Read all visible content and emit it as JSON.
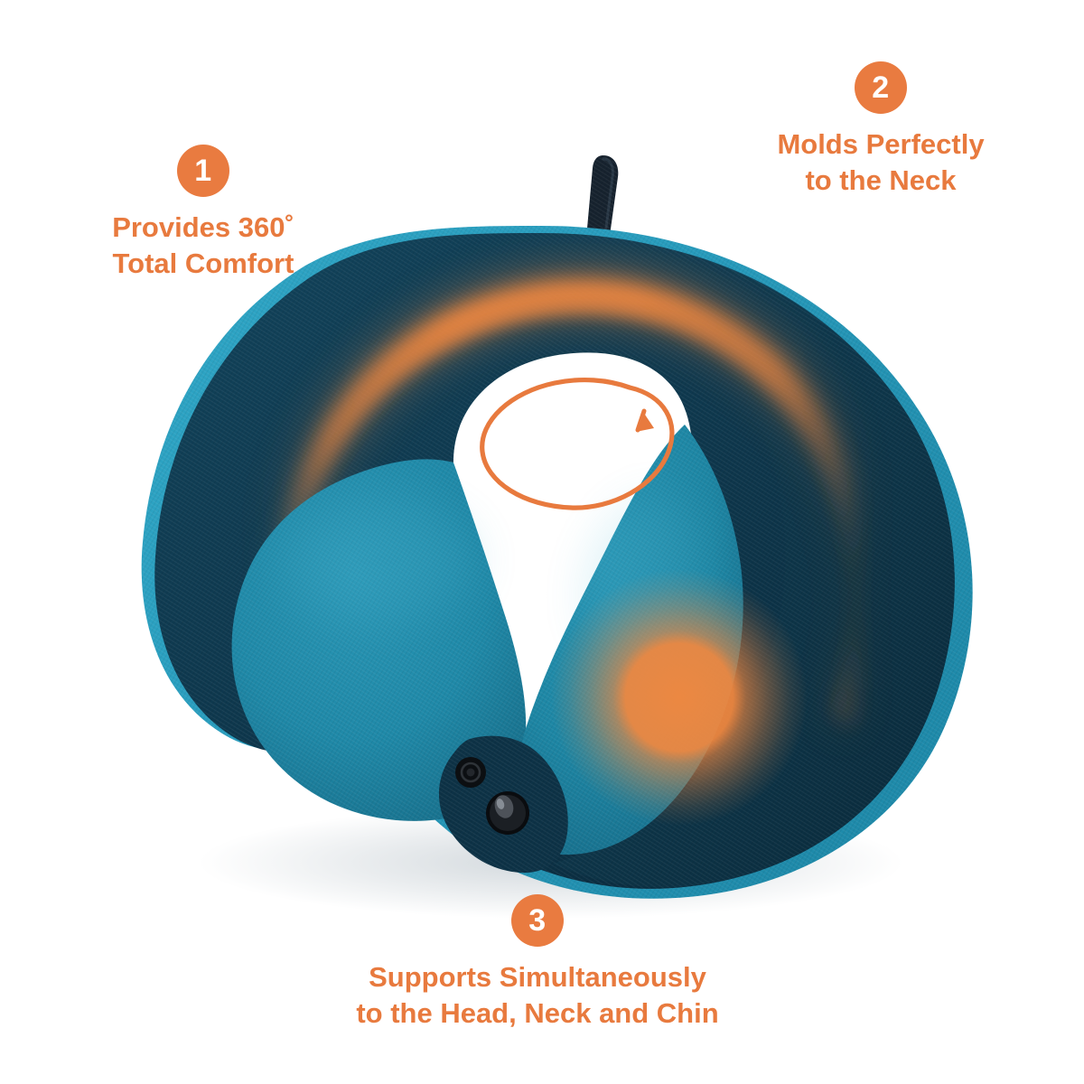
{
  "theme": {
    "accent_orange": "#E87A3E",
    "badge_orange": "#E97B40",
    "glow_orange": "#F2883F",
    "pillow_navy": "#103C52",
    "pillow_navy_dark": "#0B2E41",
    "pillow_teal": "#1F8BAB",
    "pillow_teal_light": "#2AA3C4",
    "strap_black": "#14202B",
    "background": "#FFFFFF"
  },
  "callouts": [
    {
      "number": "1",
      "line1": "Provides 360˚",
      "line2": "Total Comfort"
    },
    {
      "number": "2",
      "line1": "Molds Perfectly",
      "line2": "to the Neck"
    },
    {
      "number": "3",
      "line1": "Supports Simultaneously",
      "line2": "to the Head, Neck and Chin"
    }
  ],
  "product": {
    "type": "travel-neck-pillow",
    "view": "top-down",
    "parts": [
      "hanging-loop",
      "outer-navy-body",
      "left-teal-lobe",
      "right-teal-lobe",
      "teal-underside-rim",
      "snap-clasp-flap",
      "snap-button-large",
      "snap-button-small"
    ],
    "overlays": [
      "neck-contour-glow-arc",
      "pressure-point-glow",
      "rotation-arrow"
    ]
  }
}
